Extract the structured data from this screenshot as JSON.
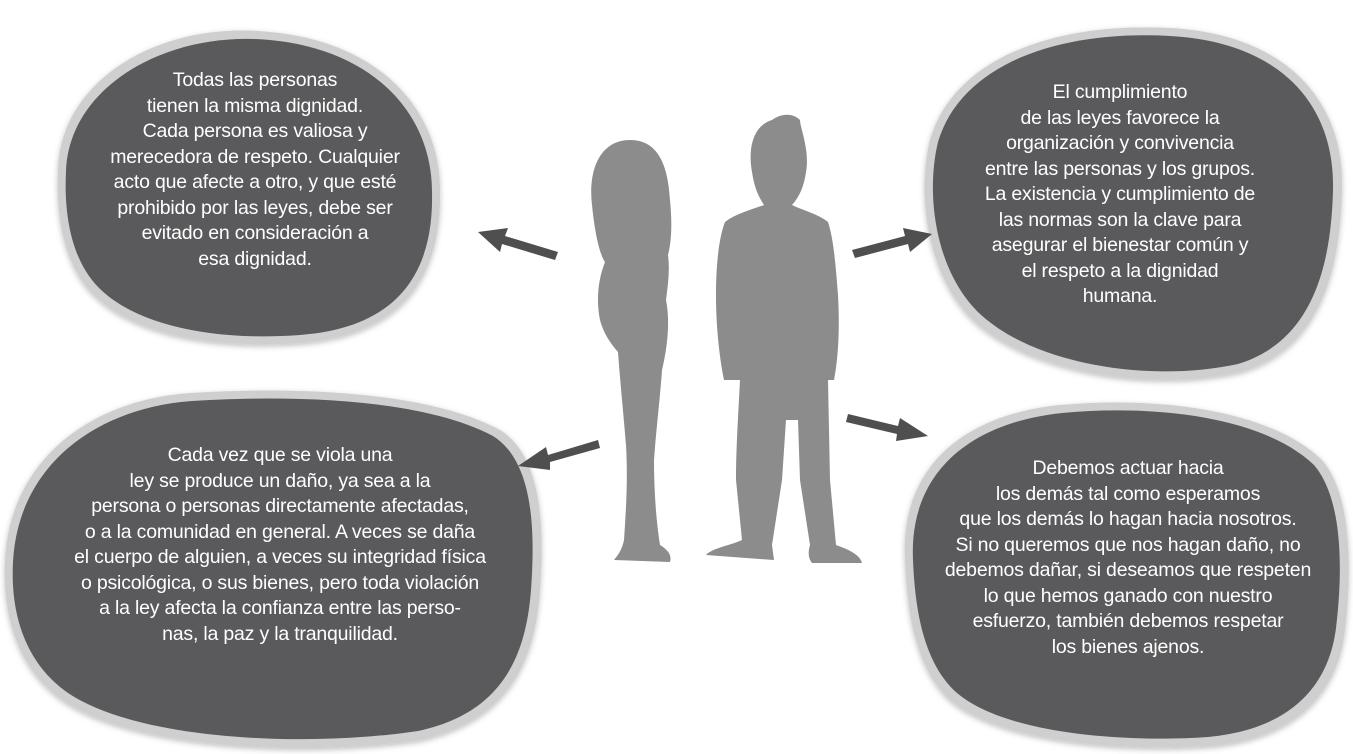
{
  "colors": {
    "bubble_fill": "#5a5a5b",
    "bubble_outline": "#cfcfcf",
    "silhouette": "#8c8c8d",
    "arrow": "#4f4f50",
    "text": "#ffffff"
  },
  "bubbles": [
    {
      "lines": [
        "Todas las personas",
        "tienen la misma dignidad.",
        "Cada persona es valiosa y",
        "merecedora de respeto. Cualquier",
        "acto que afecte a otro, y que esté",
        "prohibido por las leyes, debe ser",
        "evitado en consideración a",
        "esa dignidad."
      ]
    },
    {
      "lines": [
        "El cumplimiento",
        "de las leyes favorece la",
        "organización y convivencia",
        "entre las personas y los grupos.",
        "La existencia y cumplimiento de",
        "las normas son la clave para",
        "asegurar el bienestar común y",
        "el respeto a la dignidad",
        "humana."
      ]
    },
    {
      "lines": [
        "Cada vez que se viola una",
        "ley se produce un daño, ya sea a la",
        "persona o personas directamente afectadas,",
        "o a la comunidad en general. A veces se daña",
        "el cuerpo de alguien, a veces su integridad física",
        "o psicológica, o sus bienes, pero toda violación",
        "a la ley afecta la confianza entre las perso-",
        "nas, la paz y la tranquilidad."
      ]
    },
    {
      "lines": [
        "Debemos actuar hacia",
        "los demás tal como esperamos",
        "que los demás lo hagan hacia nosotros.",
        "Si no queremos que nos hagan daño, no",
        "debemos dañar, si deseamos que respeten",
        "lo que hemos ganado con nuestro",
        "esfuerzo, también debemos respetar",
        "los bienes ajenos."
      ]
    }
  ]
}
